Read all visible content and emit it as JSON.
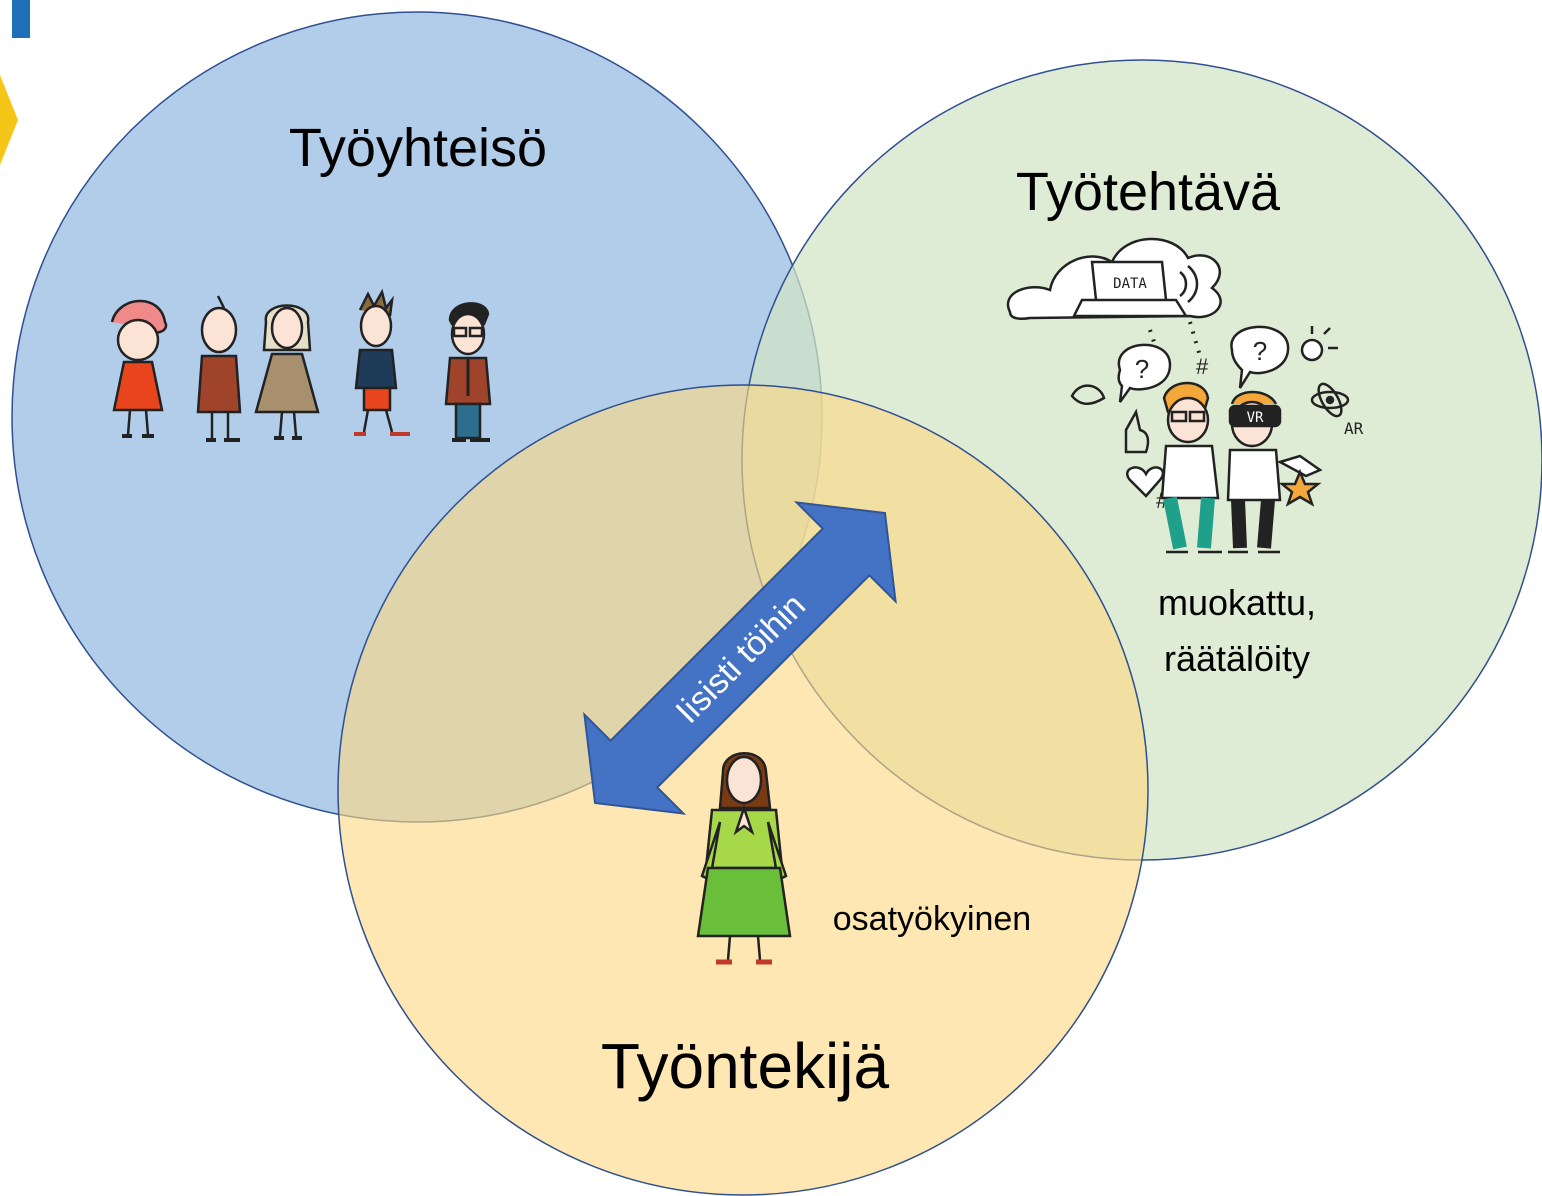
{
  "labels": {
    "community": "Työyhteisö",
    "task": "Työtehtävä",
    "worker": "Työntekijä",
    "task_note_line1": "muokattu,",
    "task_note_line2": "räätälöity",
    "worker_note": "osatyökyinen",
    "arrow": "Iisisti töihin",
    "device_screen": "DATA",
    "headset": "VR",
    "ar_label": "AR"
  },
  "colors": {
    "community_fill": "#aecbe9",
    "task_fill": "#d3e5c5",
    "worker_fill": "#fdd982",
    "circle_stroke": "#2f4f8f",
    "arrow_fill": "#4472c4",
    "arrow_text": "#ffffff",
    "corner_bar": "#1e6fb7",
    "corner_chevron": "#f5c518"
  },
  "icons": [
    "people-group-illustration",
    "digital-work-illustration",
    "woman-illustration",
    "double-arrow-icon",
    "corner-logo-icon"
  ]
}
